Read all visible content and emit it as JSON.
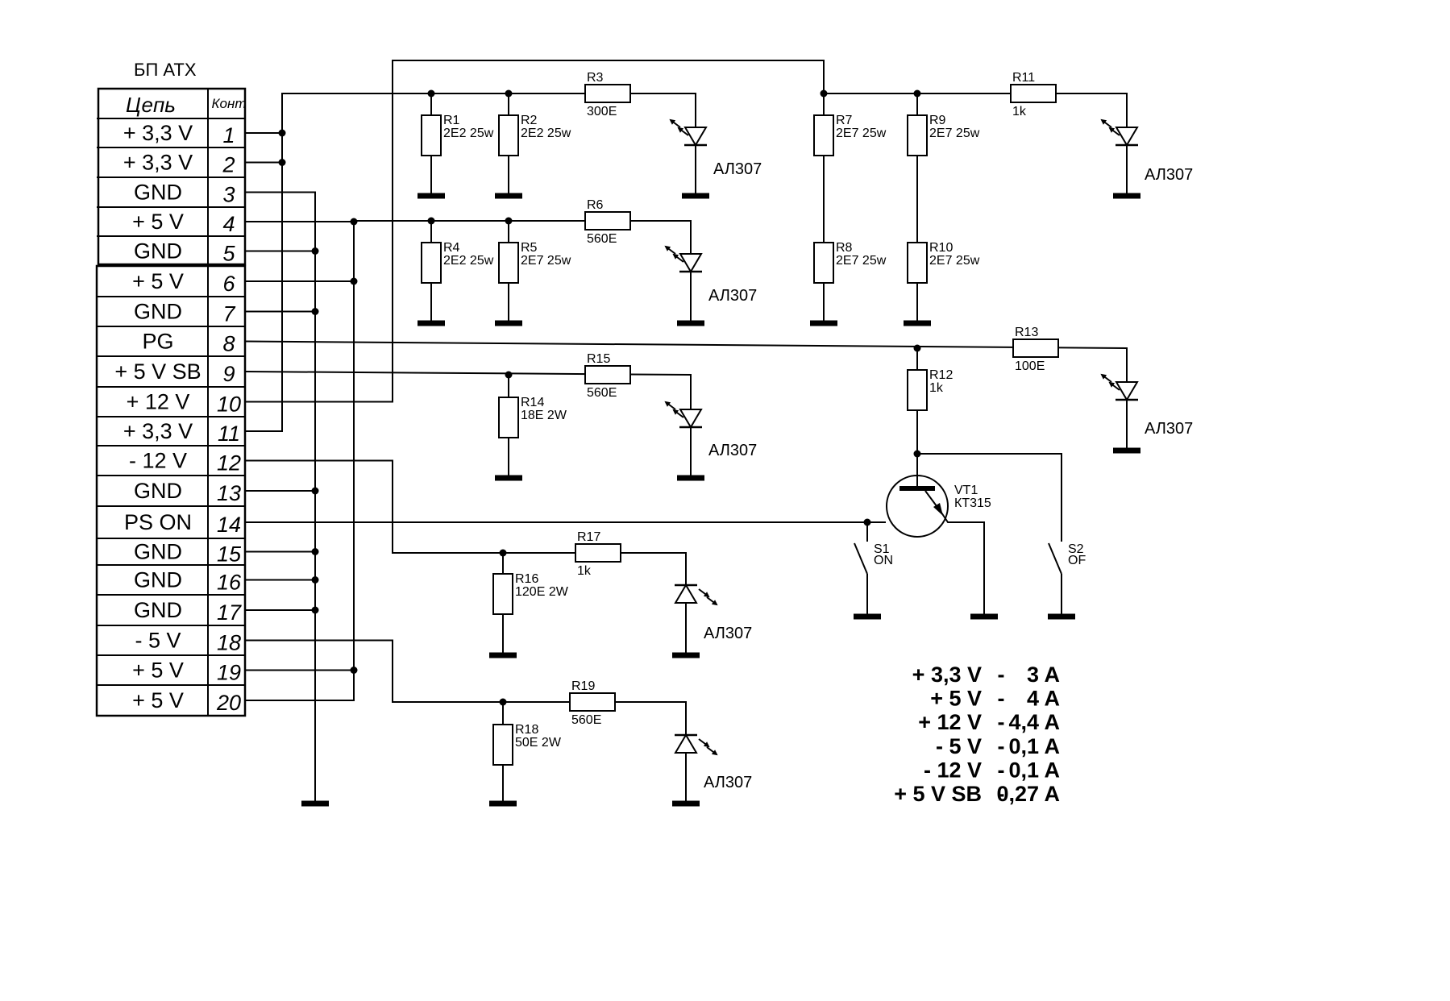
{
  "title": "БП ATX",
  "table": {
    "header_circuit": "Цепь",
    "header_pin": "Конт",
    "rows": [
      {
        "circuit": "+ 3,3 V",
        "pin": "1"
      },
      {
        "circuit": "+ 3,3 V",
        "pin": "2"
      },
      {
        "circuit": "GND",
        "pin": "3"
      },
      {
        "circuit": "+ 5 V",
        "pin": "4"
      },
      {
        "circuit": "GND",
        "pin": "5"
      },
      {
        "circuit": "+ 5 V",
        "pin": "6"
      },
      {
        "circuit": "GND",
        "pin": "7"
      },
      {
        "circuit": "PG",
        "pin": "8"
      },
      {
        "circuit": "+ 5 V SB",
        "pin": "9"
      },
      {
        "circuit": "+ 12 V",
        "pin": "10"
      },
      {
        "circuit": "+ 3,3 V",
        "pin": "11"
      },
      {
        "circuit": "- 12 V",
        "pin": "12"
      },
      {
        "circuit": "GND",
        "pin": "13"
      },
      {
        "circuit": "PS ON",
        "pin": "14"
      },
      {
        "circuit": "GND",
        "pin": "15"
      },
      {
        "circuit": "GND",
        "pin": "16"
      },
      {
        "circuit": "GND",
        "pin": "17"
      },
      {
        "circuit": "- 5 V",
        "pin": "18"
      },
      {
        "circuit": "+ 5 V",
        "pin": "19"
      },
      {
        "circuit": "+ 5 V",
        "pin": "20"
      }
    ]
  },
  "resistors": {
    "R1": {
      "ref": "R1",
      "value": "2E2 25w"
    },
    "R2": {
      "ref": "R2",
      "value": "2E2 25w"
    },
    "R3": {
      "ref": "R3",
      "value": "300E"
    },
    "R4": {
      "ref": "R4",
      "value": "2E2 25w"
    },
    "R5": {
      "ref": "R5",
      "value": "2E7 25w"
    },
    "R6": {
      "ref": "R6",
      "value": "560E"
    },
    "R7": {
      "ref": "R7",
      "value": "2E7 25w"
    },
    "R8": {
      "ref": "R8",
      "value": "2E7 25w"
    },
    "R9": {
      "ref": "R9",
      "value": "2E7 25w"
    },
    "R10": {
      "ref": "R10",
      "value": "2E7 25w"
    },
    "R11": {
      "ref": "R11",
      "value": "1k"
    },
    "R12": {
      "ref": "R12",
      "value": "1k"
    },
    "R13": {
      "ref": "R13",
      "value": "100E"
    },
    "R14": {
      "ref": "R14",
      "value": "18E 2W"
    },
    "R15": {
      "ref": "R15",
      "value": "560E"
    },
    "R16": {
      "ref": "R16",
      "value": "120E 2W"
    },
    "R17": {
      "ref": "R17",
      "value": "1k"
    },
    "R18": {
      "ref": "R18",
      "value": "50E 2W"
    },
    "R19": {
      "ref": "R19",
      "value": "560E"
    }
  },
  "led_label": "АЛ307",
  "transistor": {
    "ref": "VT1",
    "type": "КТ315"
  },
  "switches": {
    "S1": {
      "ref": "S1",
      "label": "ON"
    },
    "S2": {
      "ref": "S2",
      "label": "OF"
    }
  },
  "currents": [
    {
      "rail": "+ 3,3 V",
      "dash": "-",
      "current": "3 A"
    },
    {
      "rail": "+ 5 V",
      "dash": "-",
      "current": "4 A"
    },
    {
      "rail": "+ 12 V",
      "dash": "-",
      "current": "4,4 A"
    },
    {
      "rail": "- 5 V",
      "dash": "-",
      "current": "0,1 A"
    },
    {
      "rail": "- 12 V",
      "dash": "-",
      "current": "0,1 A"
    },
    {
      "rail": "+ 5 V SB",
      "dash": "-",
      "current": "0,27 A"
    }
  ]
}
